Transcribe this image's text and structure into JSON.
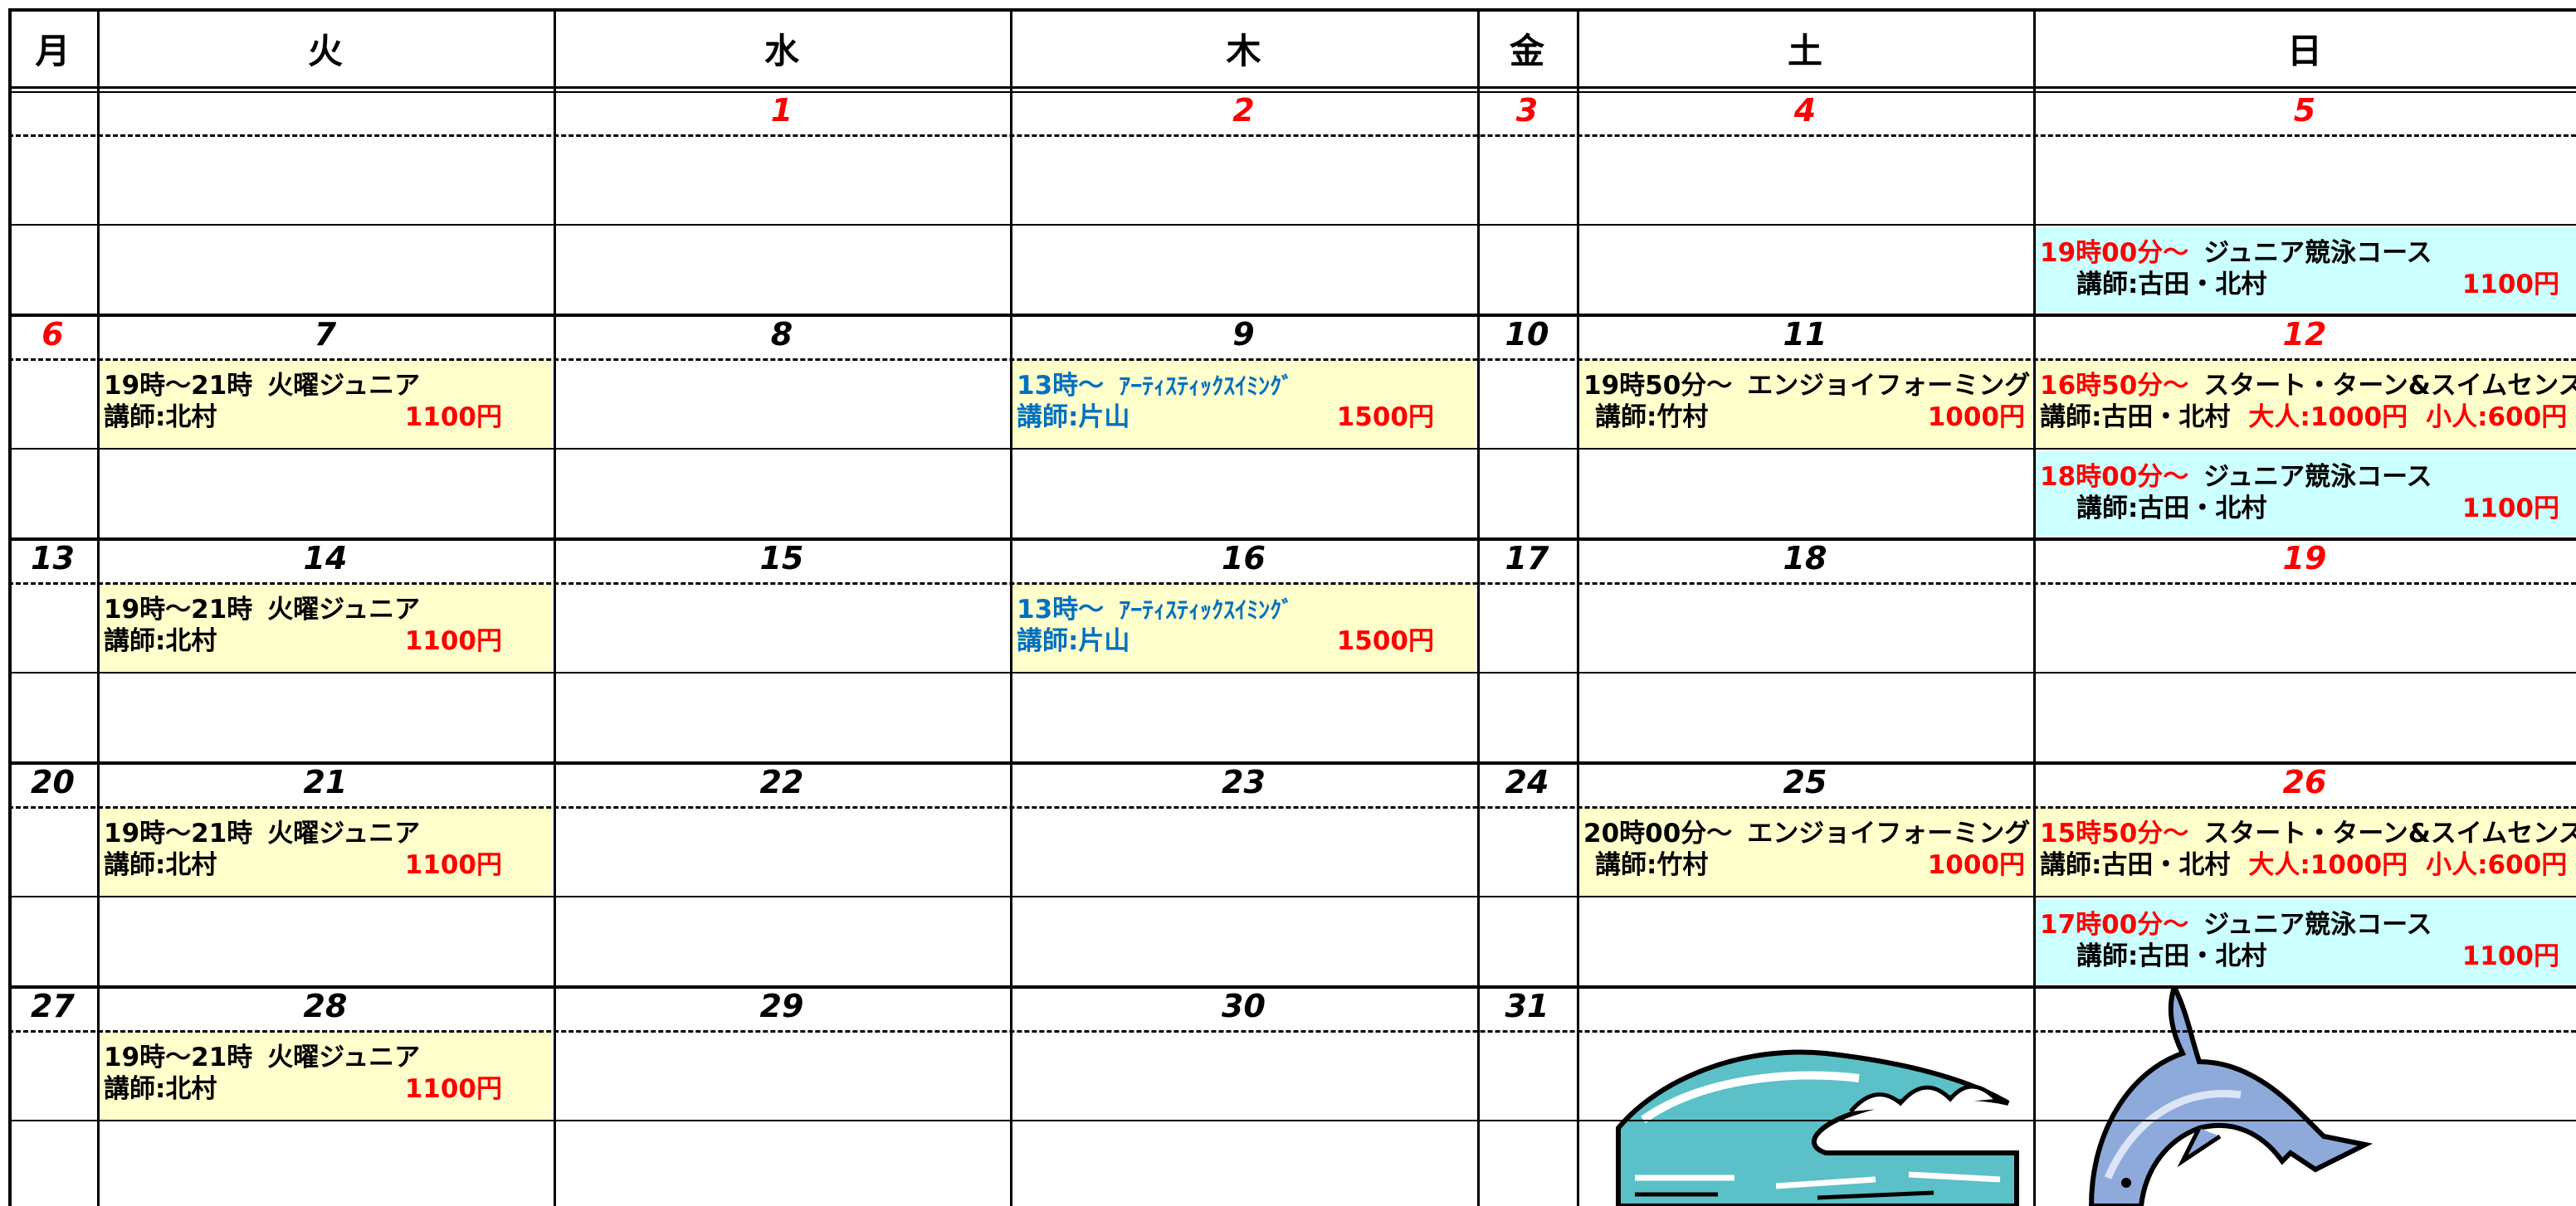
{
  "weekdays": [
    "月",
    "火",
    "水",
    "木",
    "金",
    "土",
    "日"
  ],
  "weeks": [
    {
      "days": [
        "",
        "",
        "1",
        "2",
        "3",
        "4",
        "5"
      ],
      "red": [
        false,
        false,
        true,
        true,
        true,
        true,
        true
      ]
    },
    {
      "days": [
        "6",
        "7",
        "8",
        "9",
        "10",
        "11",
        "12"
      ],
      "red": [
        true,
        false,
        false,
        false,
        false,
        false,
        true
      ]
    },
    {
      "days": [
        "13",
        "14",
        "15",
        "16",
        "17",
        "18",
        "19"
      ],
      "red": [
        false,
        false,
        false,
        false,
        false,
        false,
        true
      ]
    },
    {
      "days": [
        "20",
        "21",
        "22",
        "23",
        "24",
        "25",
        "26"
      ],
      "red": [
        false,
        false,
        false,
        false,
        false,
        false,
        true
      ]
    },
    {
      "days": [
        "27",
        "28",
        "29",
        "30",
        "31",
        "",
        ""
      ],
      "red": [
        false,
        false,
        false,
        false,
        false,
        false,
        false
      ]
    }
  ],
  "events": {
    "w1_sun_b": {
      "time": "19時00分～",
      "title": "ジュニア競泳コース",
      "instructor": "講師:古田・北村",
      "price": "1100円"
    },
    "w2_tue": {
      "time": "19時～21時",
      "title": "火曜ジュニア",
      "instructor": "講師:北村",
      "price": "1100円"
    },
    "w2_thu": {
      "time": "13時～",
      "title": "ｱｰﾃｨｽﾃｨｯｸｽｲﾐﾝｸﾞ",
      "instructor": "講師:片山",
      "price": "1500円"
    },
    "w2_sat": {
      "time": "19時50分～",
      "title": "エンジョイフォーミング",
      "instructor": "講師:竹村",
      "price": "1000円"
    },
    "w2_sun_a": {
      "time": "16時50分～",
      "title": "スタート・ターン&スイムセンス",
      "instructor": "講師:古田・北村",
      "adult": "大人:1000円",
      "child": "小人:600円"
    },
    "w2_sun_b": {
      "time": "18時00分～",
      "title": "ジュニア競泳コース",
      "instructor": "講師:古田・北村",
      "price": "1100円"
    },
    "w3_tue": {
      "time": "19時～21時",
      "title": "火曜ジュニア",
      "instructor": "講師:北村",
      "price": "1100円"
    },
    "w3_thu": {
      "time": "13時～",
      "title": "ｱｰﾃｨｽﾃｨｯｸｽｲﾐﾝｸﾞ",
      "instructor": "講師:片山",
      "price": "1500円"
    },
    "w4_tue": {
      "time": "19時～21時",
      "title": "火曜ジュニア",
      "instructor": "講師:北村",
      "price": "1100円"
    },
    "w4_sat": {
      "time": "20時00分～",
      "title": "エンジョイフォーミング",
      "instructor": "講師:竹村",
      "price": "1000円"
    },
    "w4_sun_a": {
      "time": "15時50分～",
      "title": "スタート・ターン&スイムセンス",
      "instructor": "講師:古田・北村",
      "adult": "大人:1000円",
      "child": "小人:600円"
    },
    "w4_sun_b": {
      "time": "17時00分～",
      "title": "ジュニア競泳コース",
      "instructor": "講師:古田・北村",
      "price": "1100円"
    },
    "w5_tue": {
      "time": "19時～21時",
      "title": "火曜ジュニア",
      "instructor": "講師:北村",
      "price": "1100円"
    }
  },
  "illustrations": {
    "wave": "wave-clipart",
    "dolphin": "dolphin-clipart"
  },
  "colors": {
    "holiday_red": "#ff0000",
    "event_yellow": "#ffffcc",
    "event_cyan": "#ccffff",
    "artistic_blue": "#0070c0",
    "dolphin": "#8eaadb",
    "wave": "#5bc0c8"
  }
}
